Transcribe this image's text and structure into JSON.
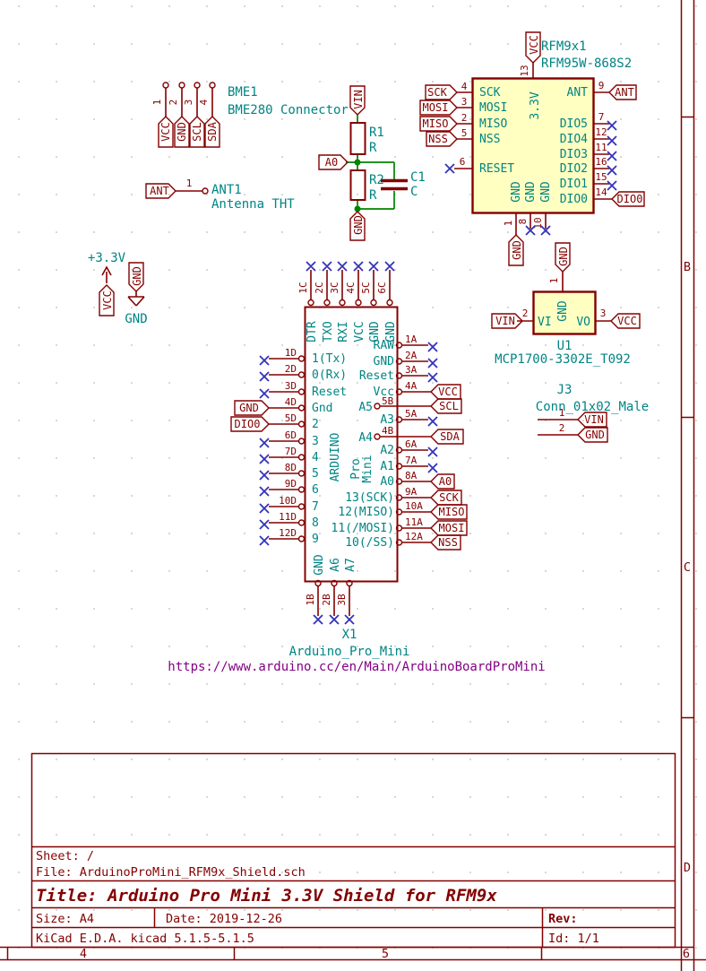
{
  "border": {
    "row_letters": [
      "B",
      "C",
      "D"
    ],
    "col_numbers": [
      "4",
      "5",
      "6"
    ]
  },
  "title_block": {
    "sheet": "Sheet: /",
    "file": "File: ArduinoProMini_RFM9x_Shield.sch",
    "title": "Title: Arduino Pro Mini 3.3V Shield for RFM9x",
    "size": "Size: A4",
    "date": "Date: 2019-12-26",
    "rev": "Rev:",
    "tool": "KiCad E.D.A.  kicad 5.1.5-5.1.5",
    "id": "Id: 1/1"
  },
  "bme1": {
    "ref": "BME1",
    "value": "BME280 Connector",
    "pins": [
      {
        "num": "1",
        "label": "VCC"
      },
      {
        "num": "2",
        "label": "GND"
      },
      {
        "num": "3",
        "label": "SCL"
      },
      {
        "num": "4",
        "label": "SDA"
      }
    ]
  },
  "rc": {
    "vin": "VIN",
    "a0": "A0",
    "gnd": "GND",
    "r1": {
      "ref": "R1",
      "value": "R"
    },
    "r2": {
      "ref": "R2",
      "value": "R"
    },
    "c1": {
      "ref": "C1",
      "value": "C"
    }
  },
  "ant1": {
    "ref": "ANT1",
    "value": "Antenna THT",
    "pin": "1",
    "label": "ANT"
  },
  "power": {
    "flag": "+3.3V",
    "vcc": "VCC",
    "gnd": "GND",
    "gnd_text": "GND"
  },
  "rfm": {
    "ref": "RFM9x1",
    "value": "RFM95W-868S2",
    "top": {
      "num": "13",
      "label": "VCC",
      "inner": "3.3V"
    },
    "left": [
      {
        "num": "4",
        "name": "SCK",
        "label": "SCK"
      },
      {
        "num": "3",
        "name": "MOSI",
        "label": "MOSI"
      },
      {
        "num": "2",
        "name": "MISO",
        "label": "MISO"
      },
      {
        "num": "5",
        "name": "NSS",
        "label": "NSS"
      },
      {
        "num": "6",
        "name": "RESET"
      }
    ],
    "right": [
      {
        "num": "9",
        "name": "ANT",
        "label": "ANT"
      },
      {
        "num": "7",
        "name": "DIO5"
      },
      {
        "num": "12",
        "name": "DIO4"
      },
      {
        "num": "11",
        "name": "DIO3"
      },
      {
        "num": "16",
        "name": "DIO2"
      },
      {
        "num": "15",
        "name": "DIO1"
      },
      {
        "num": "14",
        "name": "DIO0",
        "label": "DIO0"
      }
    ],
    "bottom": [
      {
        "num": "1",
        "name": "GND",
        "label": "GND"
      },
      {
        "num": "8",
        "name": "GND"
      },
      {
        "num": "10",
        "name": "GND"
      }
    ]
  },
  "u1": {
    "ref": "U1",
    "value": "MCP1700-3302E_T092",
    "gnd": {
      "num": "1",
      "name": "GND",
      "label": "GND"
    },
    "in": {
      "num": "2",
      "name": "VI",
      "label": "VIN"
    },
    "out": {
      "num": "3",
      "name": "VO",
      "label": "VCC"
    }
  },
  "j3": {
    "ref": "J3",
    "value": "Conn_01x02_Male",
    "pins": [
      {
        "num": "1",
        "label": "VIN"
      },
      {
        "num": "2",
        "label": "GND"
      }
    ]
  },
  "arduino": {
    "ref": "X1",
    "value": "Arduino_Pro_Mini",
    "url": "https://www.arduino.cc/en/Main/ArduinoBoardProMini",
    "center": [
      "ARDUINO",
      "Pro",
      "Mini"
    ],
    "top": [
      {
        "num": "1C",
        "name": "DTR"
      },
      {
        "num": "2C",
        "name": "TXO"
      },
      {
        "num": "3C",
        "name": "RXI"
      },
      {
        "num": "4C",
        "name": "VCC"
      },
      {
        "num": "5C",
        "name": "GND"
      },
      {
        "num": "6C",
        "name": "GND"
      }
    ],
    "left": [
      {
        "num": "1D",
        "name": "1(Tx)"
      },
      {
        "num": "2D",
        "name": "0(Rx)"
      },
      {
        "num": "3D",
        "name": "Reset"
      },
      {
        "num": "4D",
        "name": "Gnd",
        "label": "GND"
      },
      {
        "num": "5D",
        "name": "2",
        "label": "DIO0"
      },
      {
        "num": "6D",
        "name": "3"
      },
      {
        "num": "7D",
        "name": "4"
      },
      {
        "num": "8D",
        "name": "5"
      },
      {
        "num": "9D",
        "name": "6"
      },
      {
        "num": "10D",
        "name": "7"
      },
      {
        "num": "11D",
        "name": "8"
      },
      {
        "num": "12D",
        "name": "9"
      }
    ],
    "right": [
      {
        "num": "1A",
        "name": "RAW"
      },
      {
        "num": "2A",
        "name": "GND"
      },
      {
        "num": "3A",
        "name": "Reset"
      },
      {
        "num": "4A",
        "name": "Vcc",
        "label": "VCC"
      },
      {
        "num": "5B",
        "name": "A5",
        "label": "SCL"
      },
      {
        "num": "5A",
        "name": "A3"
      },
      {
        "num": "4B",
        "name": "A4",
        "label": "SDA"
      },
      {
        "num": "6A",
        "name": "A2"
      },
      {
        "num": "7A",
        "name": "A1"
      },
      {
        "num": "8A",
        "name": "A0",
        "label": "A0"
      },
      {
        "num": "9A",
        "name": "13(SCK)",
        "label": "SCK"
      },
      {
        "num": "10A",
        "name": "12(MISO)",
        "label": "MISO"
      },
      {
        "num": "11A",
        "name": "11(/MOSI)",
        "label": "MOSI"
      },
      {
        "num": "12A",
        "name": "10(/SS)",
        "label": "NSS"
      }
    ],
    "bottom": [
      {
        "num": "1B",
        "name": "GND"
      },
      {
        "num": "2B",
        "name": "A6"
      },
      {
        "num": "3B",
        "name": "A7"
      }
    ]
  }
}
